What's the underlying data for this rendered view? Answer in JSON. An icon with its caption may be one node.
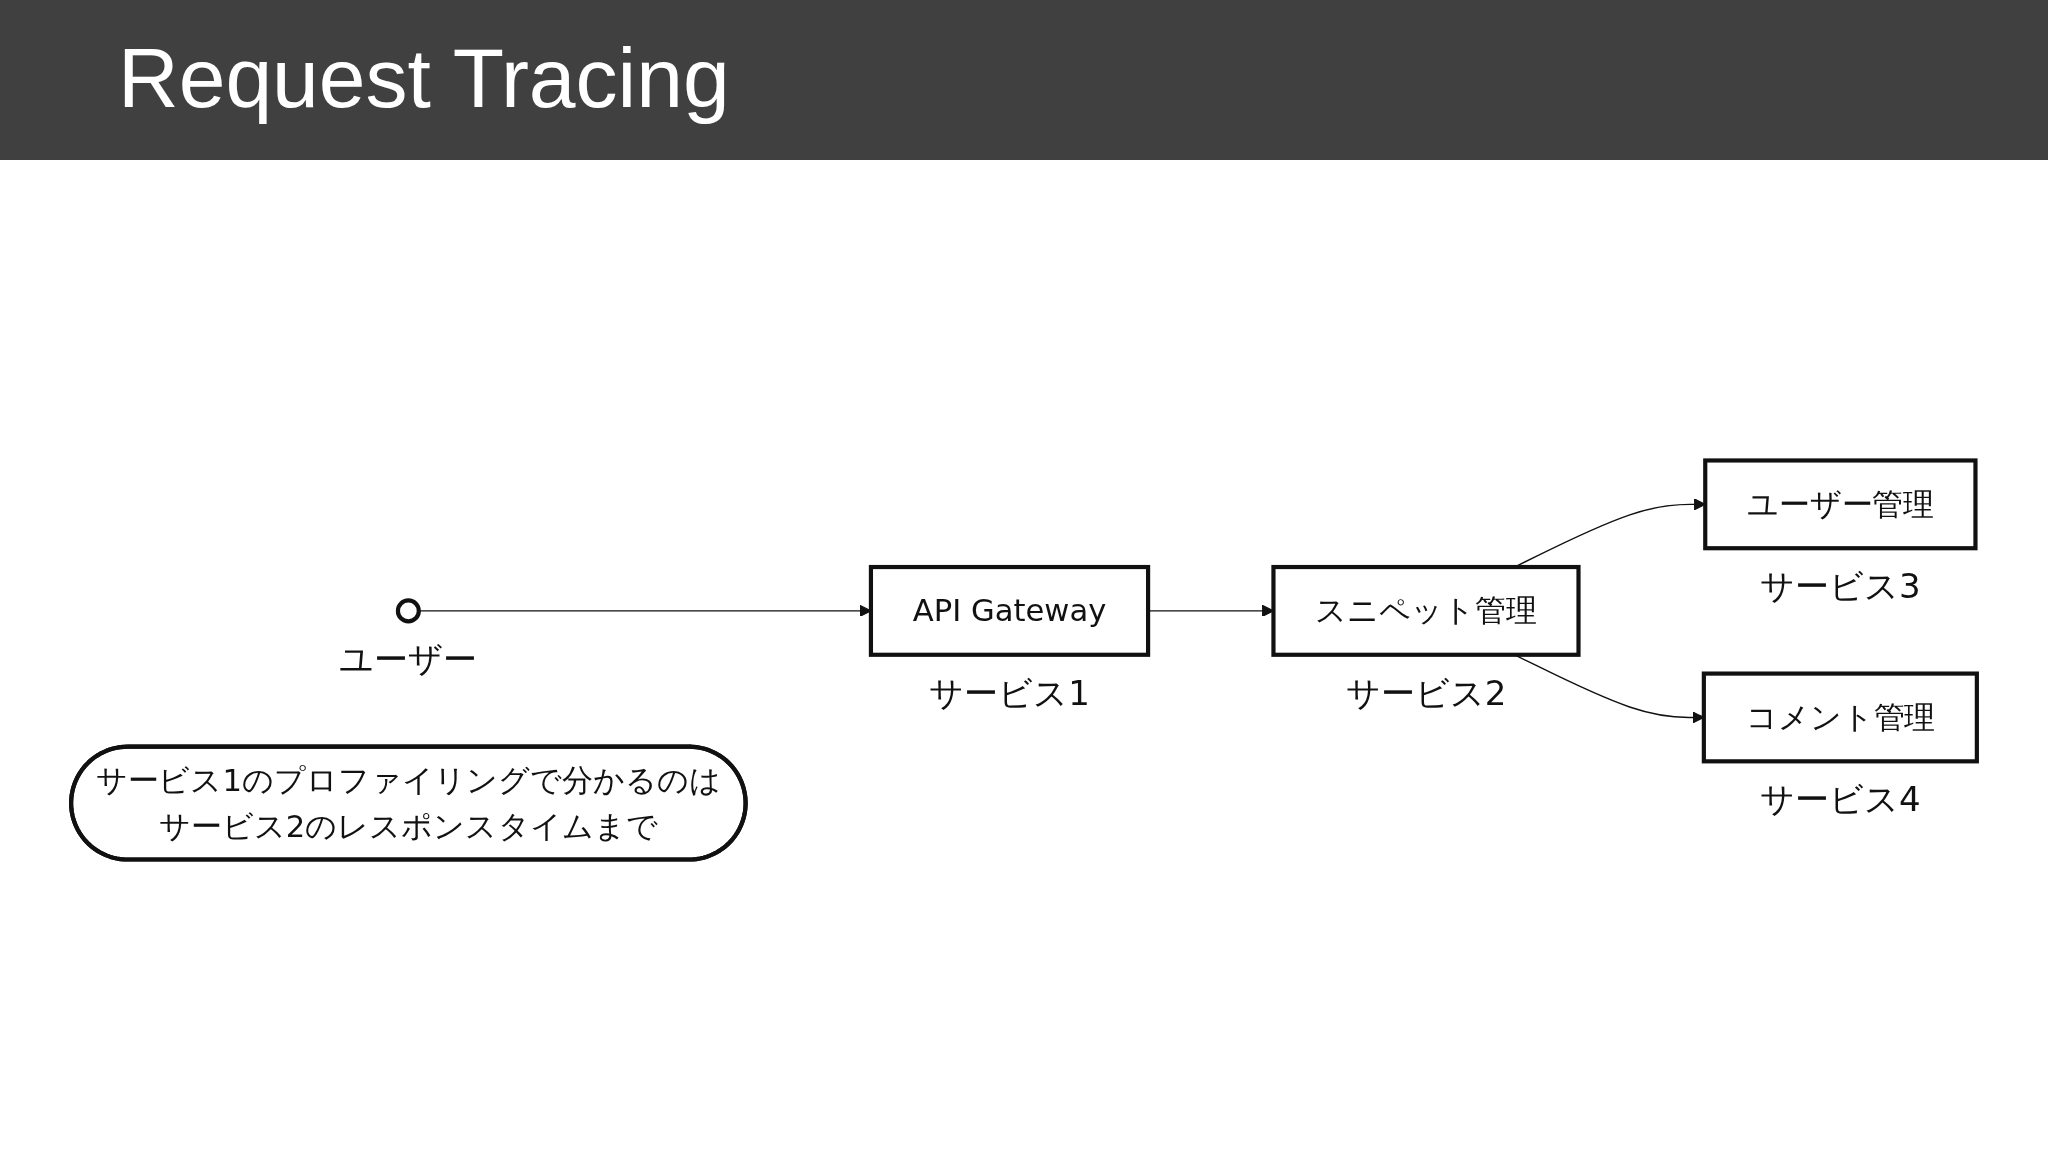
{
  "diagram": {
    "title": "Request Tracing",
    "nodes": [
      {
        "text": [],
        "shape": "person",
        "beside": [
          "ユーザー"
        ]
      },
      {
        "text": [
          "API Gateway"
        ],
        "beside": [
          "サービス1"
        ]
      },
      {
        "text": [
          "スニペット管理"
        ],
        "beside": [
          "サービス2"
        ]
      },
      {
        "text": [
          "ユーザー管理"
        ],
        "beside": [
          "サービス3"
        ]
      },
      {
        "text": [
          "コメント管理"
        ],
        "beside": [
          "サービス4"
        ]
      },
      {
        "text": [
          "サービス1のプロファイリングで分かるのは",
          "サービス2のレスポンスタイムまで"
        ]
      }
    ],
    "edges": [
      {
        "from": 0,
        "to": 1,
        "arrow": "to"
      },
      {
        "from": 1,
        "to": 2,
        "arrow": "to"
      },
      {
        "from": 2,
        "to": 3,
        "arrow": "to"
      },
      {
        "from": 2,
        "to": 4,
        "arrow": "to"
      }
    ]
  }
}
